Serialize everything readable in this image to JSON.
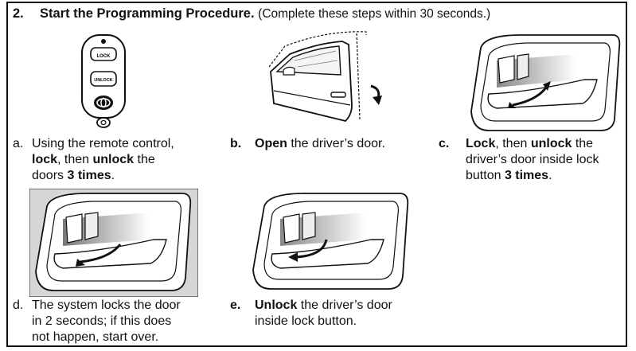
{
  "section": {
    "number": "2.",
    "title": "Start the Programming Procedure.",
    "note": "(Complete these steps within 30 seconds.)"
  },
  "remote": {
    "lock_label": "LOCK",
    "unlock_label": "UNLOCK"
  },
  "steps": [
    {
      "letter": "a.",
      "p1": "Using the remote control,",
      "p2": "lock",
      "p3": ", then ",
      "p4": "unlock",
      "p5": " the",
      "p6": "doors ",
      "p7": "3 times",
      "p8": "."
    },
    {
      "letter": "b.",
      "p1": "Open",
      "p2": " the driver’s door."
    },
    {
      "letter": "c.",
      "p1": "Lock",
      "p2": ", then ",
      "p3": "unlock",
      "p4": " the",
      "p5": "driver’s door inside lock",
      "p6": "button ",
      "p7": "3 times",
      "p8": "."
    },
    {
      "letter": "d.",
      "line1": "The system locks the door",
      "line2": "in 2 seconds; if this does",
      "line3": "not happen, start over."
    },
    {
      "letter": "e.",
      "p1": "Unlock",
      "p2": " the driver’s door",
      "p3": "inside lock button."
    }
  ]
}
